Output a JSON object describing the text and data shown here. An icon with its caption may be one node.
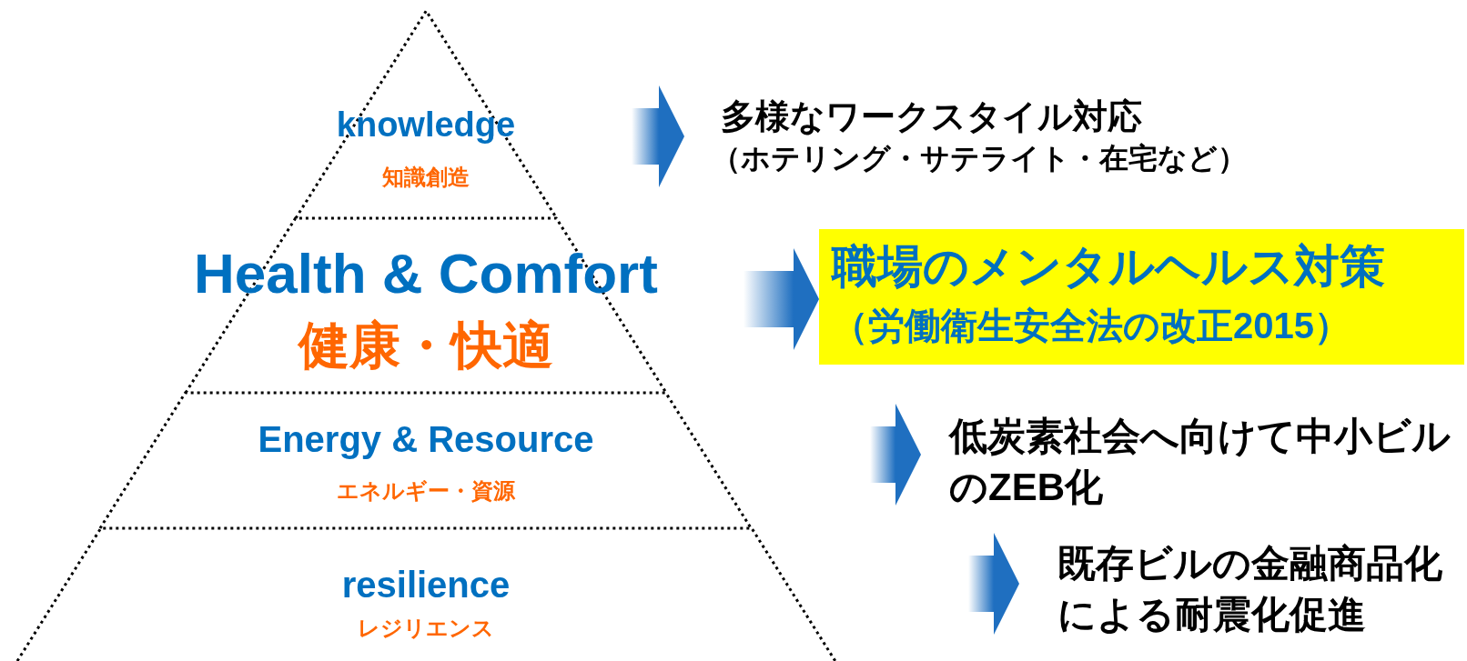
{
  "diagram": {
    "nodes": [
      {
        "text": [
          "knowledge",
          "知識創造"
        ]
      },
      {
        "text": [
          "Health & Comfort",
          "健康・快適"
        ]
      },
      {
        "text": [
          "Energy & Resource",
          "エネルギー・資源"
        ]
      },
      {
        "text": [
          "resilience",
          "レジリエンス"
        ]
      },
      {
        "text": [
          "多様なワークスタイル対応",
          "（ホテリング・サテライト・在宅など）"
        ]
      },
      {
        "text": [
          "職場のメンタルヘルス対策",
          "（労働衛生安全法の改正2015）"
        ]
      },
      {
        "text": [
          "低炭素社会へ向けて中小ビルのZEB化"
        ]
      },
      {
        "text": [
          "既存ビルの金融商品化による耐震化促進"
        ]
      }
    ],
    "edges": [
      {
        "from": 0,
        "to": 4,
        "arrow": "to"
      },
      {
        "from": 1,
        "to": 5,
        "arrow": "to"
      },
      {
        "from": 2,
        "to": 6,
        "arrow": "to"
      },
      {
        "from": 3,
        "to": 7,
        "arrow": "to"
      }
    ]
  }
}
